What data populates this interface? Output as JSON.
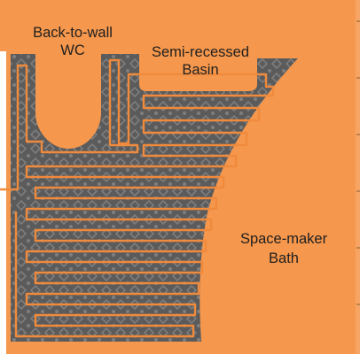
{
  "labels": {
    "wc_line1": "Back-to-wall",
    "wc_line2": "WC",
    "basin_line1": "Semi-recessed",
    "basin_line2": "Basin",
    "bath_line1": "Space-maker",
    "bath_line2": "Bath"
  },
  "colors": {
    "room_orange": "#f5974c",
    "tile_dark": "#5b5b5b",
    "tile_pattern": "#7c7c7c",
    "heating_cable": "#f08a3c",
    "wall_right": "#d98540"
  }
}
